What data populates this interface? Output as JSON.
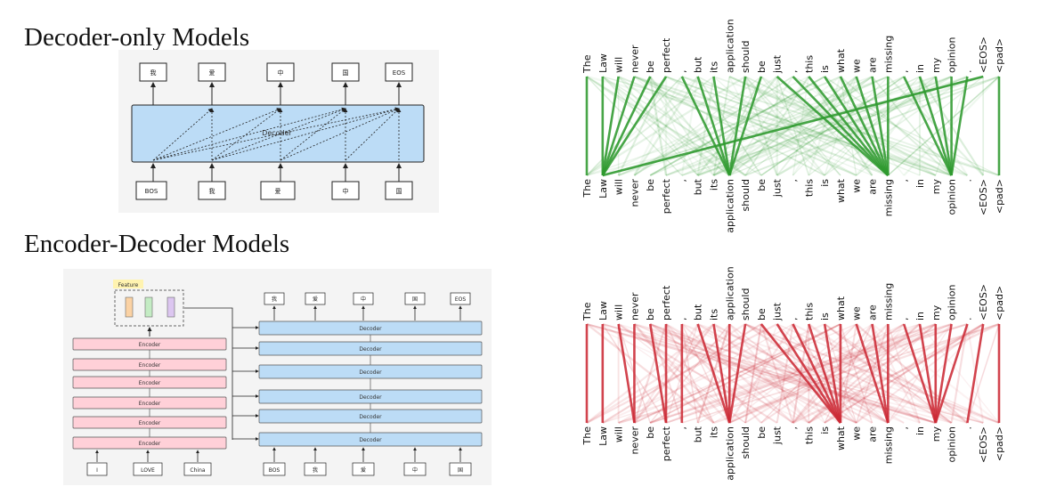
{
  "titles": {
    "decoder_only": "Decoder-only Models",
    "encoder_decoder": "Encoder-Decoder Models"
  },
  "decoder_only_diagram": {
    "outputs": [
      "我",
      "爱",
      "中",
      "国",
      "EOS"
    ],
    "inputs": [
      "BOS",
      "我",
      "爱",
      "中",
      "国"
    ],
    "block_label": "Decoder",
    "colors": {
      "block": "#bcdcf6",
      "panel": "#f4f4f4"
    }
  },
  "encoder_decoder_diagram": {
    "feature_label": "Feature",
    "encoder_label": "Encoder",
    "decoder_label": "Decoder",
    "encoder_inputs": [
      "I",
      "LOVE",
      "China"
    ],
    "decoder_inputs": [
      "BOS",
      "我",
      "爱",
      "中",
      "国"
    ],
    "decoder_outputs": [
      "我",
      "爱",
      "中",
      "国",
      "EOS"
    ],
    "colors": {
      "encoder": "#ffd0d8",
      "decoder": "#bcdcf6",
      "feature_tag": "#fff3b0",
      "feature_bars": [
        "#fbd2a4",
        "#c4ecc4",
        "#dcc6f0"
      ]
    }
  },
  "attention_maps": {
    "tokens": [
      "The",
      "Law",
      "will",
      "never",
      "be",
      "perfect",
      ",",
      "but",
      "its",
      "application",
      "should",
      "be",
      "just",
      ",",
      "this",
      "is",
      "what",
      "we",
      "are",
      "missing",
      ",",
      "in",
      "my",
      "opinion",
      ".",
      "<EOS>",
      "<pad>"
    ],
    "colors": {
      "decoder_only": "#2f9a2f",
      "encoder_decoder": "#cc2a36"
    },
    "decoder_only_links": [
      [
        0,
        0
      ],
      [
        1,
        1
      ],
      [
        2,
        1
      ],
      [
        3,
        1
      ],
      [
        4,
        1
      ],
      [
        5,
        1
      ],
      [
        6,
        9
      ],
      [
        7,
        9
      ],
      [
        8,
        9
      ],
      [
        10,
        9
      ],
      [
        11,
        9
      ],
      [
        12,
        19
      ],
      [
        13,
        19
      ],
      [
        14,
        19
      ],
      [
        15,
        19
      ],
      [
        16,
        19
      ],
      [
        17,
        19
      ],
      [
        18,
        19
      ],
      [
        19,
        19
      ],
      [
        20,
        23
      ],
      [
        21,
        23
      ],
      [
        22,
        23
      ],
      [
        23,
        23
      ],
      [
        24,
        23
      ],
      [
        25,
        1
      ],
      [
        26,
        26
      ]
    ],
    "encoder_decoder_links": [
      [
        0,
        0
      ],
      [
        1,
        1
      ],
      [
        2,
        3
      ],
      [
        3,
        3
      ],
      [
        4,
        5
      ],
      [
        5,
        5
      ],
      [
        6,
        6
      ],
      [
        7,
        9
      ],
      [
        8,
        9
      ],
      [
        9,
        9
      ],
      [
        10,
        9
      ],
      [
        11,
        16
      ],
      [
        12,
        16
      ],
      [
        13,
        16
      ],
      [
        14,
        16
      ],
      [
        15,
        16
      ],
      [
        16,
        16
      ],
      [
        17,
        19
      ],
      [
        18,
        19
      ],
      [
        19,
        19
      ],
      [
        20,
        22
      ],
      [
        21,
        22
      ],
      [
        22,
        22
      ],
      [
        23,
        22
      ],
      [
        24,
        22
      ],
      [
        25,
        24
      ],
      [
        26,
        26
      ]
    ]
  }
}
